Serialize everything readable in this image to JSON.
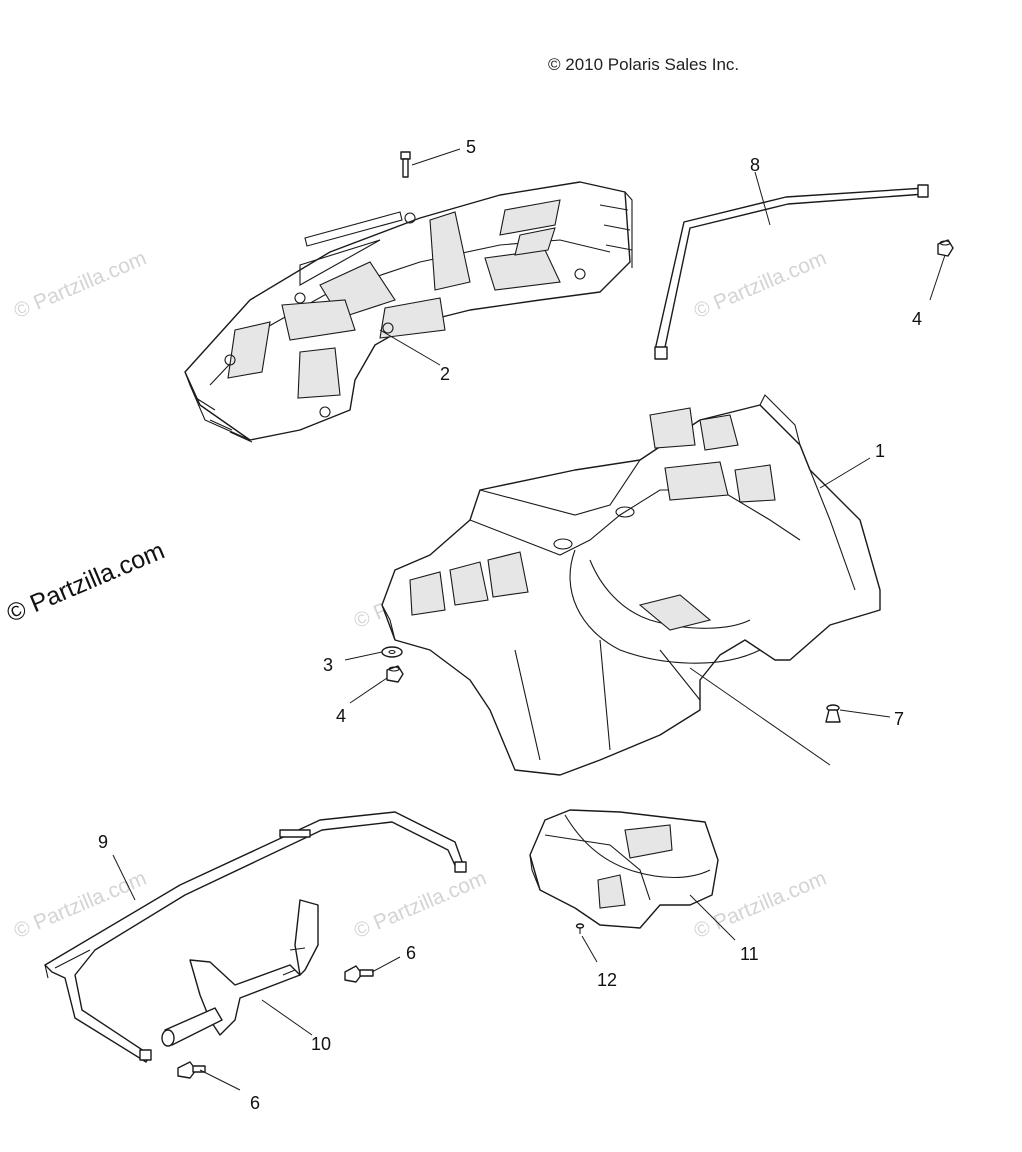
{
  "copyright": "© 2010 Polaris Sales Inc.",
  "watermark_main": "© Partzilla.com",
  "watermark_faint": "© Partzilla.com",
  "callouts": {
    "c1": "1",
    "c2": "2",
    "c3": "3",
    "c4a": "4",
    "c4b": "4",
    "c5": "5",
    "c6a": "6",
    "c6b": "6",
    "c7": "7",
    "c8": "8",
    "c9": "9",
    "c10": "10",
    "c11": "11",
    "c12": "12"
  }
}
